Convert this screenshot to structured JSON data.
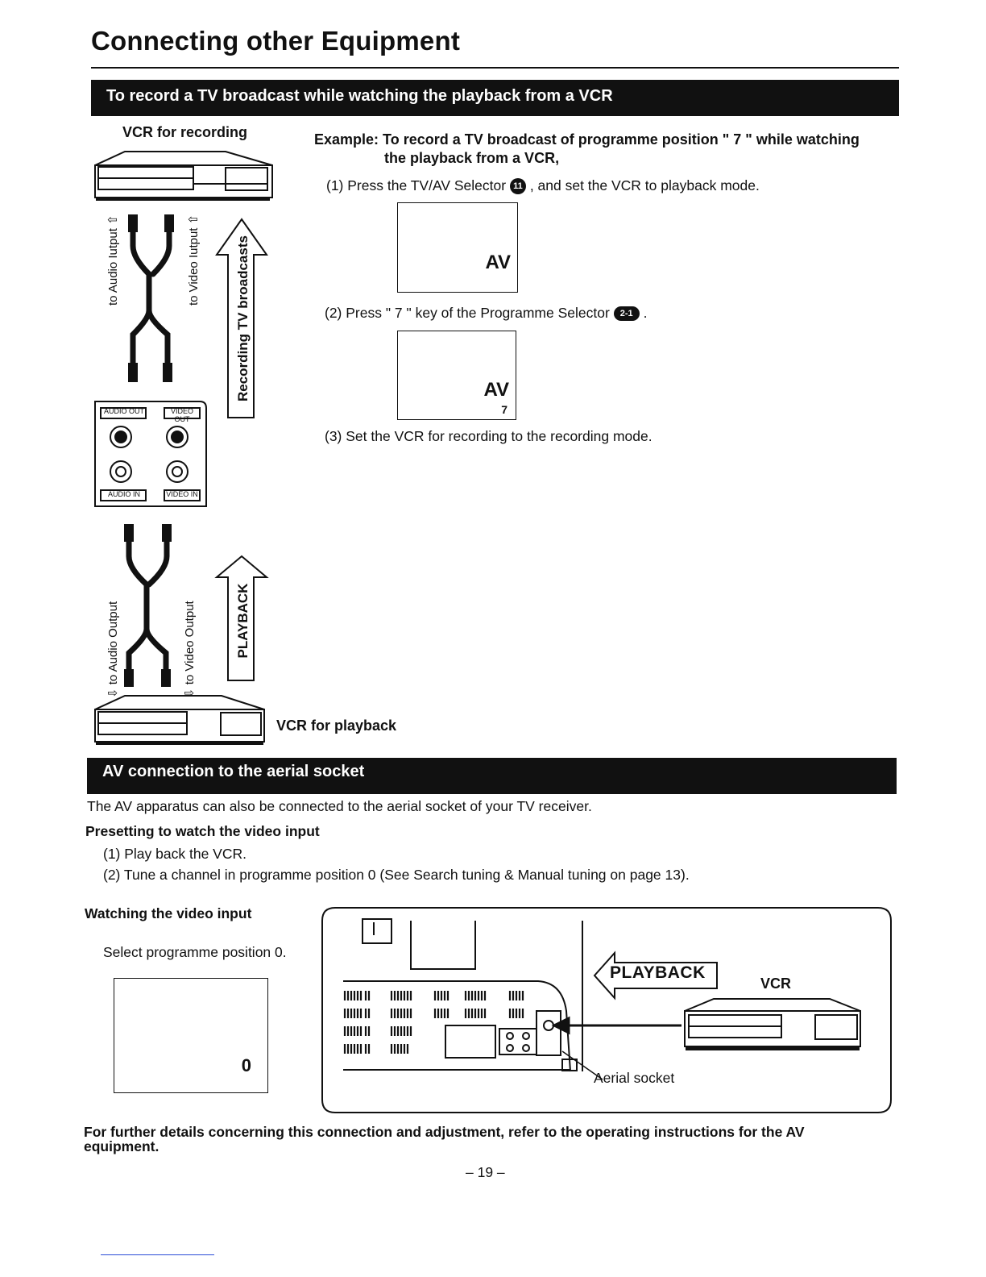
{
  "page": {
    "title": "Connecting other Equipment",
    "page_number": "– 19 –"
  },
  "section1": {
    "heading": "To record a TV broadcast while watching the playback from a VCR",
    "vcr_recording_label": "VCR for recording",
    "vcr_playback_label": "VCR for playback",
    "top_cable_labels": {
      "audio": "to Audio Iutput ⇧",
      "video": "to Video Iutput ⇧"
    },
    "bottom_cable_labels": {
      "audio": "⇩ to Audio Output",
      "video": "⇩ to Video Output"
    },
    "arrow_recording": "Recording TV broadcasts",
    "arrow_playback": "PLAYBACK",
    "jack_labels": {
      "audio_out": "AUDIO OUT",
      "video_out": "VIDEO OUT",
      "audio_in": "AUDIO IN",
      "video_in": "VIDEO IN"
    },
    "example_line1": "Example: To record a TV broadcast of programme position \" 7 \" while watching",
    "example_line2": "the playback from a VCR,",
    "step1_prefix": "(1) Press the TV/AV Selector",
    "step1_badge": "11",
    "step1_suffix": ", and set the VCR to playback mode.",
    "screen1_text": "AV",
    "step2_prefix": "(2) Press \" 7 \" key of the Programme Selector",
    "step2_badge": "2-1",
    "step2_suffix": ".",
    "screen2_text": "AV",
    "screen2_sub": "7",
    "step3": "(3) Set the VCR for recording to the recording mode."
  },
  "section2": {
    "heading": "AV connection to the aerial socket",
    "intro": "The AV apparatus can also be connected to the aerial socket of your TV receiver.",
    "presetting_heading": "Presetting to watch the video input",
    "presetting_step1": "(1) Play back the VCR.",
    "presetting_step2": "(2) Tune a channel in programme position 0 (See Search tuning & Manual tuning on page 13).",
    "watching_heading": "Watching the video input",
    "watching_text": "Select programme position 0.",
    "screen_text": "0",
    "diagram_playback": "PLAYBACK",
    "diagram_vcr": "VCR",
    "diagram_aerial": "Aerial socket",
    "footer_note_line1": "For further details concerning this connection and adjustment, refer to the operating instructions for the AV",
    "footer_note_line2": "equipment."
  },
  "colors": {
    "ink": "#111111",
    "paper": "#ffffff"
  }
}
